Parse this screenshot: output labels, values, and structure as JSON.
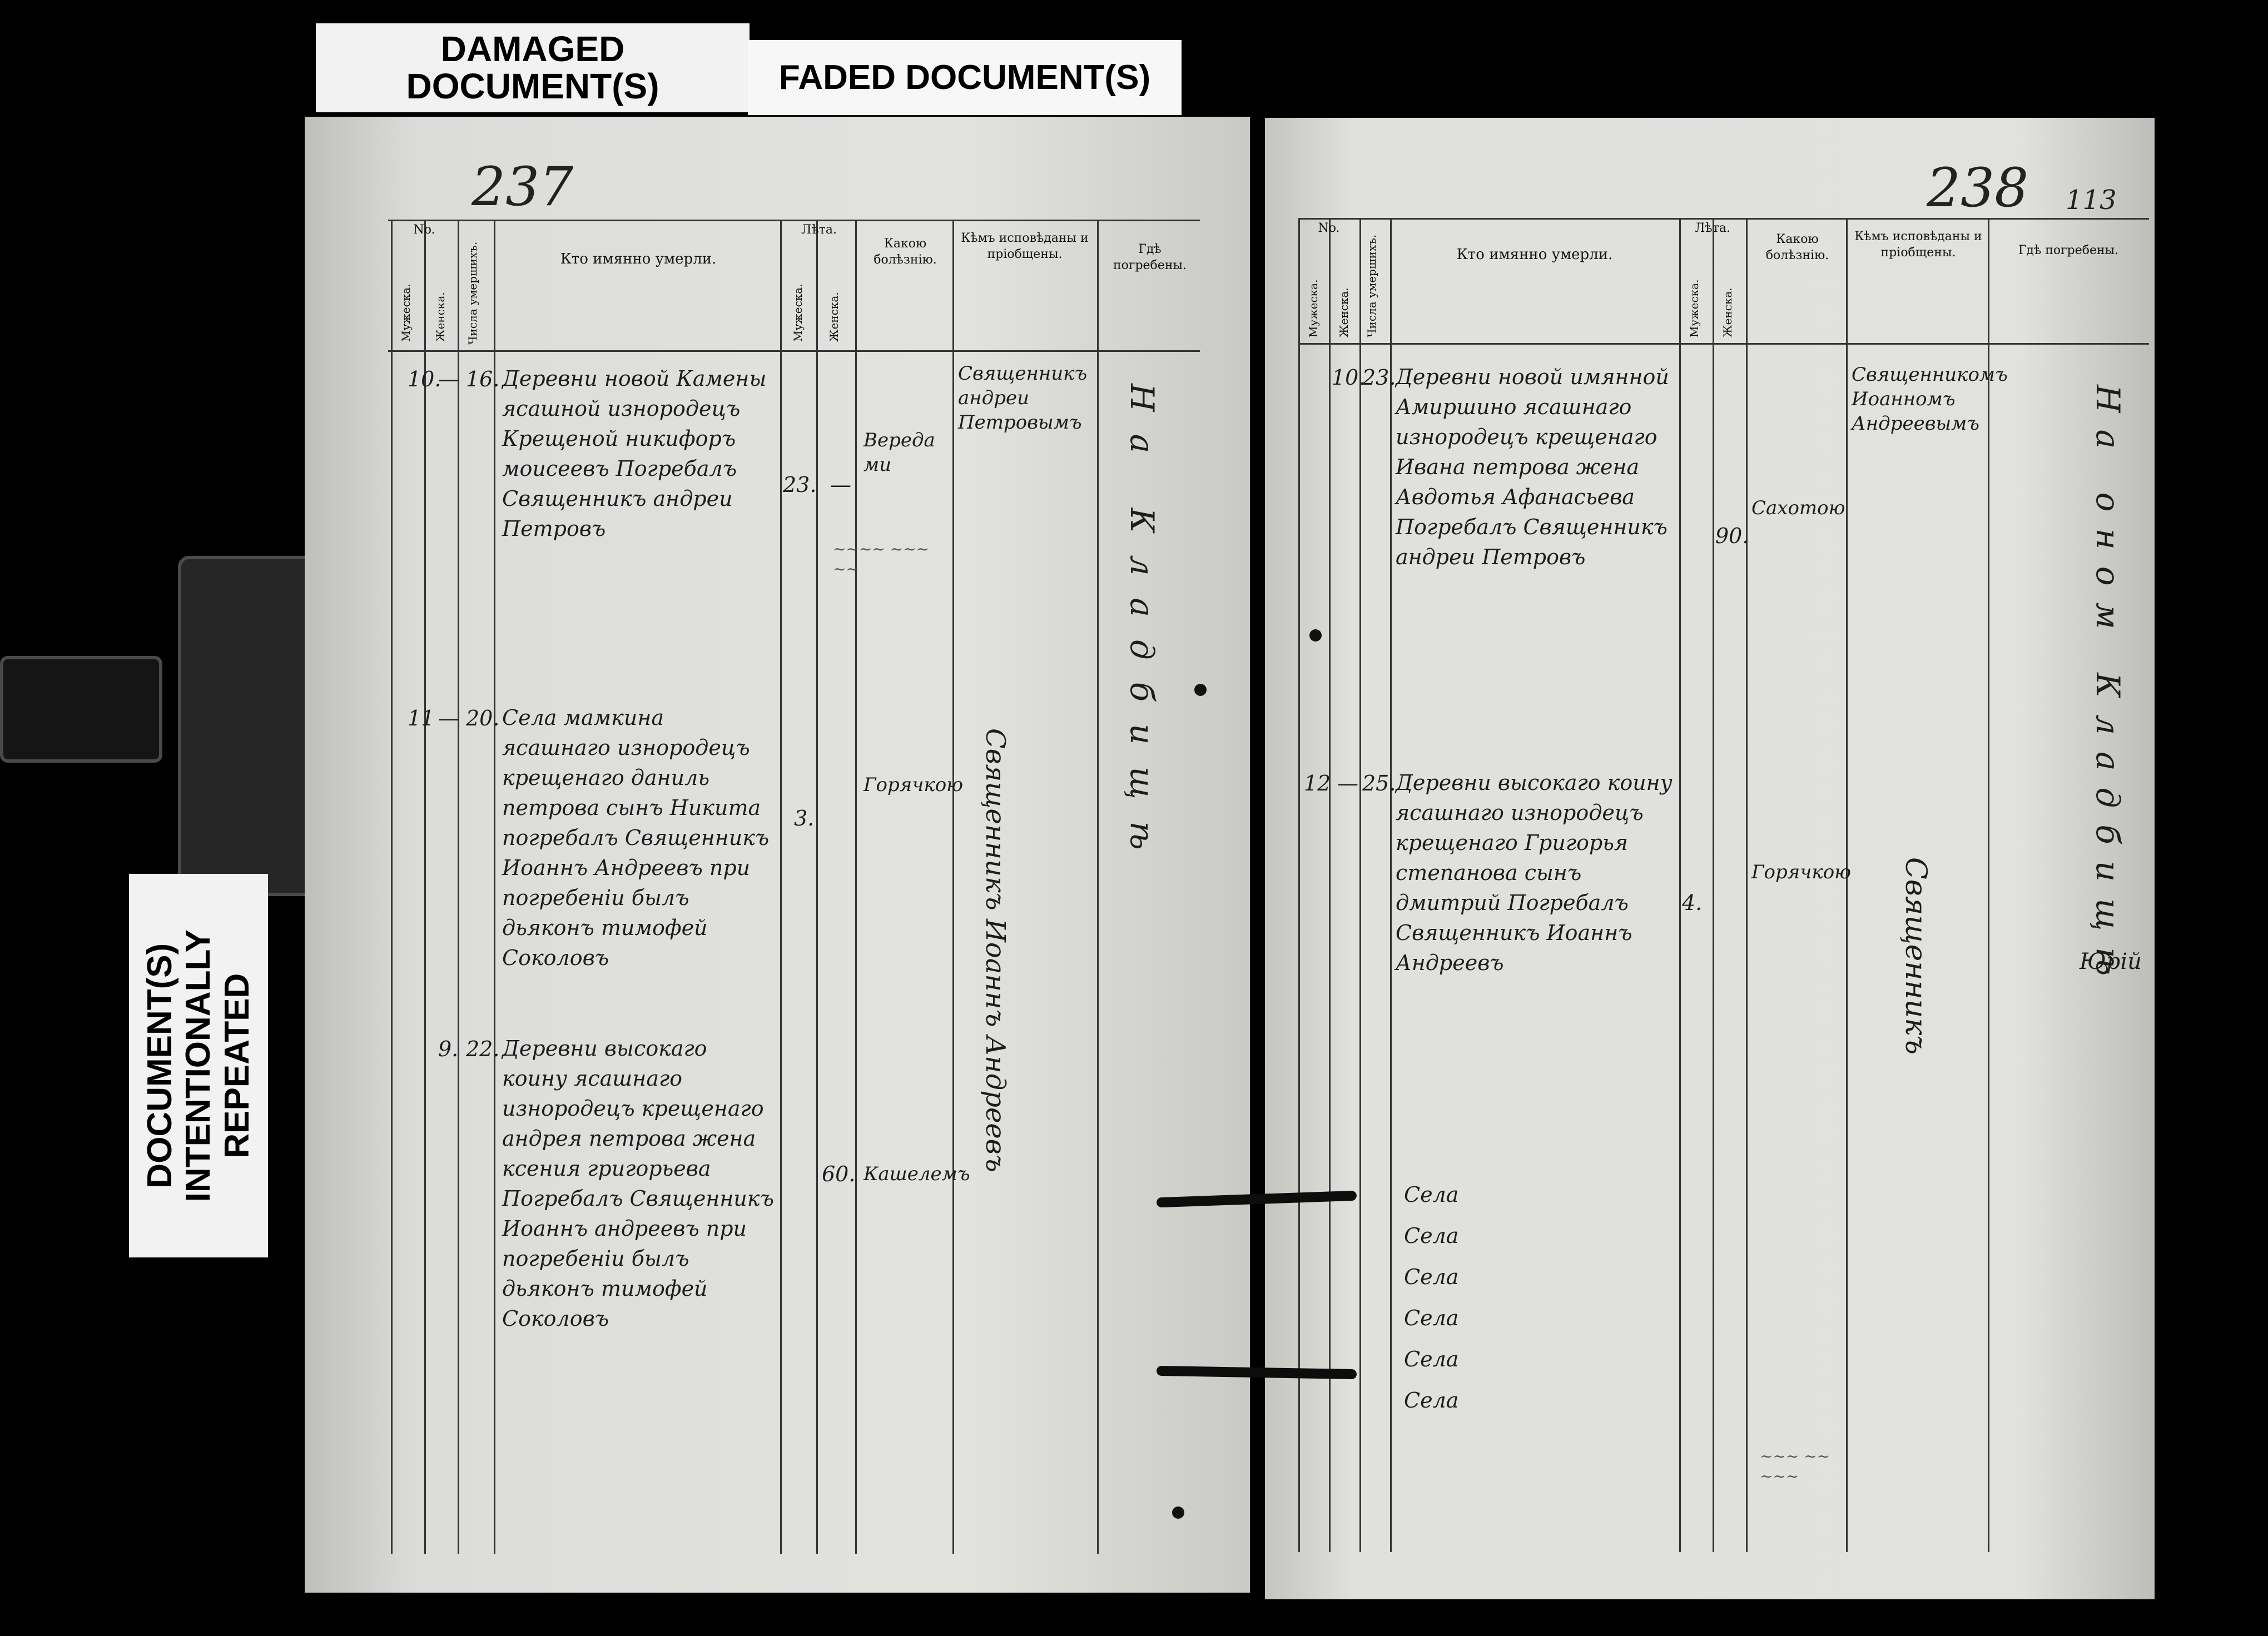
{
  "labels": {
    "damaged_line1": "DAMAGED",
    "damaged_line2": "DOCUMENT(S)",
    "faded": "FADED DOCUMENT(S)",
    "repeated_line1": "DOCUMENT(S)",
    "repeated_line2": "INTENTIONALLY",
    "repeated_line3": "REPEATED"
  },
  "left_page": {
    "page_number": "237",
    "header": {
      "no": "No.",
      "male": "Мужеска.",
      "female": "Женска.",
      "date": "Числа умершихъ.",
      "who": "Кто имянно умерли.",
      "years": "Лѣта.",
      "years_male": "Мужеска.",
      "years_female": "Женска.",
      "disease": "Какою болѣзнію.",
      "confessed": "Кѣмъ исповѣданы и пріобщены.",
      "buried": "Гдѣ погребены."
    },
    "rows": [
      {
        "male_no": "10.",
        "female_no": "—",
        "date": "16.",
        "text": "Деревни новой Камены ясашной изнородецъ Крещеной никифоръ моисеевъ Погребалъ Священникъ андреи Петровъ",
        "age_male": "23.",
        "age_female": "—",
        "disease": "Вереда ми",
        "confessed": "Священникъ андреи Петровымъ"
      },
      {
        "male_no": "11",
        "female_no": "—",
        "date": "20.",
        "text": "Села мамкина ясашнаго изнородецъ крещенаго даниль петрова сынъ Никита погребалъ Священникъ Иоаннъ Андреевъ при погребеніи былъ дьяконъ тимофей Соколовъ",
        "age_male": "3.",
        "age_female": "",
        "disease": "Горячкою",
        "confessed": ""
      },
      {
        "male_no": "",
        "female_no": "9.",
        "date": "22.",
        "text": "Деревни высокаго коину ясашнаго изнородецъ крещенаго андрея петрова жена ксения григорьева Погребалъ Священникъ Иоаннъ андреевъ при погребеніи былъ дьяконъ тимофей Соколовъ",
        "age_male": "",
        "age_female": "60.",
        "disease": "Кашелемъ",
        "confessed": ""
      }
    ],
    "signature_vertical": "Священникъ Иоаннъ Андреевъ",
    "buried_vertical": "На Кладбищѣ"
  },
  "right_page": {
    "page_number": "238",
    "corner_number": "113",
    "header": {
      "no": "No.",
      "male": "Мужеска.",
      "female": "Женска.",
      "date": "Числа умершихъ.",
      "who": "Кто имянно умерли.",
      "years": "Лѣта.",
      "years_male": "Мужеска.",
      "years_female": "Женска.",
      "disease": "Какою болѣзнію.",
      "confessed": "Кѣмъ исповѣданы и пріобщены.",
      "buried": "Гдѣ погребены."
    },
    "rows": [
      {
        "male_no": "",
        "female_no": "10.",
        "date": "23.",
        "text": "Деревни новой имянной Амиршино ясашнаго изнородецъ крещенаго Ивана петрова жена Авдотья Афанасьева Погребалъ Священникъ андреи Петровъ",
        "age_male": "",
        "age_female": "90.",
        "disease": "Сахотою",
        "confessed": "Священникомъ Иоанномъ Андреевымъ"
      },
      {
        "male_no": "12",
        "female_no": "—",
        "date": "25.",
        "text": "Деревни высокаго коину ясашнаго изнородецъ крещенаго Григорья степанова сынъ дмитрий Погребалъ Священникъ Иоаннъ Андреевъ",
        "age_male": "4.",
        "age_female": "",
        "disease": "Горячкою",
        "confessed": ""
      }
    ],
    "list_words": [
      "Села",
      "Села",
      "Села",
      "Села",
      "Села",
      "Села"
    ],
    "buried_vertical": "На оном Кладбищѣ",
    "signature_vertical": "Священникъ",
    "margin_note": "Юрій"
  },
  "colors": {
    "paper": "#dcdcd9",
    "ink": "#1c1c1c",
    "background": "#000000",
    "label_bg": "#f2f2f2"
  }
}
